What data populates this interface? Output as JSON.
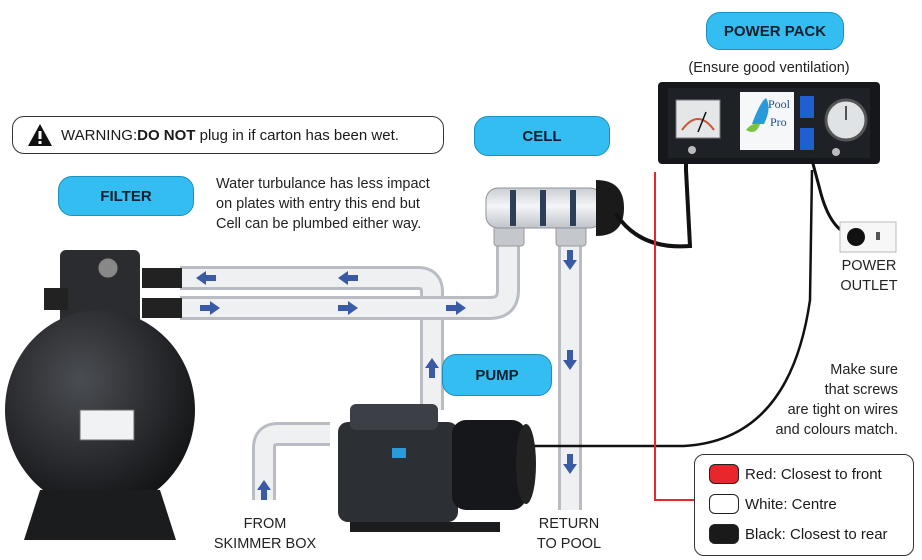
{
  "labels": {
    "power_pack": "POWER PACK",
    "ventilation_note": "(Ensure good ventilation)",
    "cell": "CELL",
    "filter": "FILTER",
    "pump": "PUMP",
    "turbulance_note": [
      "Water turbulance has less impact",
      "on plates with entry this end but",
      "Cell can be plumbed either way."
    ],
    "power_outlet": [
      "POWER",
      "OUTLET"
    ],
    "screws_note": [
      "Make sure",
      "that screws",
      "are tight on wires",
      "and colours match."
    ],
    "from_skimmer": [
      "FROM",
      "SKIMMER BOX"
    ],
    "return_pool": [
      "RETURN",
      "TO POOL"
    ]
  },
  "warning": {
    "prefix": "WARNING: ",
    "emphasis": "DO NOT",
    "suffix": " plug in if carton has been wet."
  },
  "legend": [
    {
      "color": "#e8262b",
      "label": "Red: Closest to front"
    },
    {
      "color": "#ffffff",
      "label": "White: Centre"
    },
    {
      "color": "#1a1a1a",
      "label": "Black: Closest to rear"
    }
  ],
  "logo": {
    "line1": "Pool",
    "line2": "Pro"
  },
  "colors": {
    "accent": "#34bdf0",
    "pipe": "#d9dde2",
    "arrow": "#3b5aa6",
    "wire_red": "#e8262b"
  }
}
